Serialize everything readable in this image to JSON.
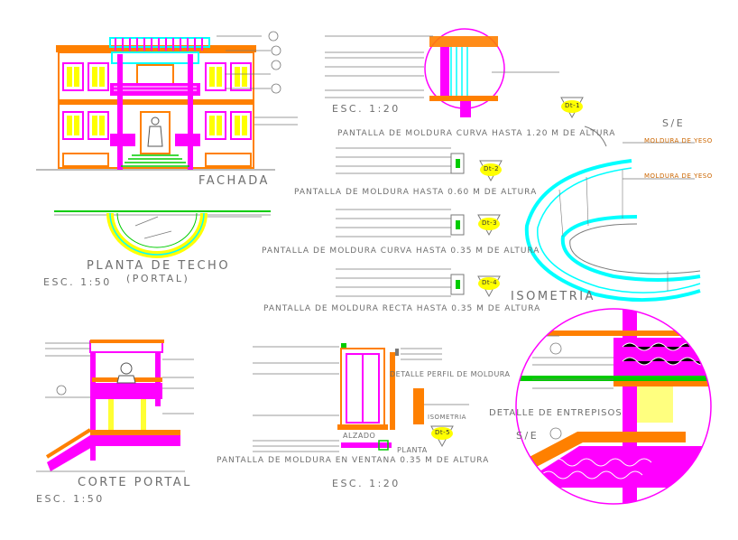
{
  "titles": {
    "fachada": "FACHADA",
    "planta_techo": "PLANTA DE TECHO",
    "portal": "(PORTAL)",
    "esc_150_a": "ESC.  1:50",
    "esc_120_a": "ESC.  1:20",
    "isometria": "ISOMETRIA",
    "se_a": "S/E",
    "se_b": "S/E",
    "corte_portal": "CORTE PORTAL",
    "esc_150_b": "ESC.  1:50",
    "esc_120_b": "ESC.  1:20",
    "detalle_entrepisos": "DETALLE DE ENTREPISOS",
    "detalle_perfil": "DETALLE PERFIL DE MOLDURA",
    "isometria_small": "ISOMETRIA",
    "alzado": "ALZADO",
    "planta": "PLANTA"
  },
  "pantallas": [
    "PANTALLA DE MOLDURA CURVA  HASTA 1.20 M DE ALTURA",
    "PANTALLA DE MOLDURA HASTA 0.60 M DE ALTURA",
    "PANTALLA DE MOLDURA CURVA HASTA 0.35 M DE ALTURA",
    "PANTALLA DE MOLDURA RECTA HASTA 0.35 M DE ALTURA",
    "PANTALLA DE MOLDURA EN VENTANA 0.35 M DE ALTURA"
  ],
  "isometric_labels": [
    "MOLDURA DE YESO",
    "MOLDURA DE YESO"
  ],
  "tags": [
    "Dt-1",
    "Dt-2",
    "Dt-3",
    "Dt-4",
    "Dt-5"
  ],
  "colors": {
    "magenta": "#ff00ff",
    "orange": "#ff8000",
    "cyan": "#00ffff",
    "green": "#00cc00",
    "yellow": "#ffff00",
    "red": "#ff0000",
    "blue": "#0000ff",
    "gray": "#7a7a7a"
  }
}
